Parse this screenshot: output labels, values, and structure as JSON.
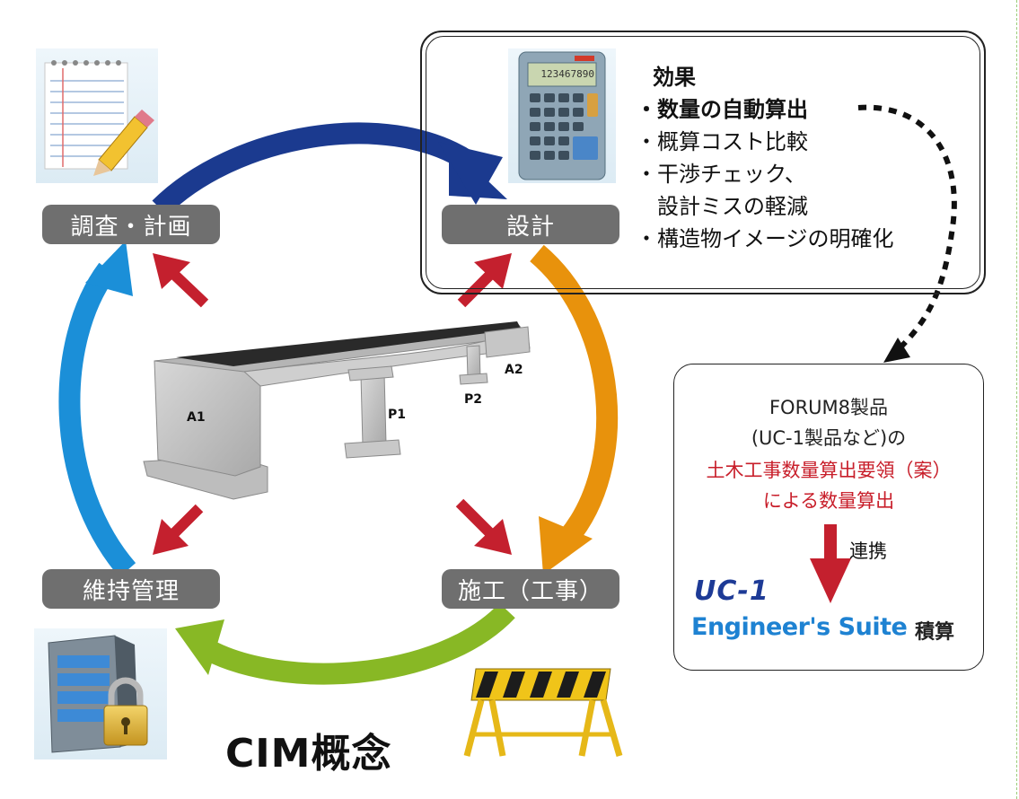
{
  "stages": {
    "survey": "調査・計画",
    "design": "設計",
    "construction": "施工（工事）",
    "maintenance": "維持管理"
  },
  "effects": {
    "title": "効果",
    "items": [
      "・数量の自動算出",
      "・概算コスト比較",
      "・干渉チェック、",
      "　設計ミスの軽減",
      "・構造物イメージの明確化"
    ]
  },
  "calculator_display": "123467890",
  "product": {
    "line1": "FORUM8製品",
    "line2": "(UC-1製品など)の",
    "line3": "土木工事数量算出要領（案）",
    "line4": "による数量算出",
    "link_label": "連携",
    "logo_uc1": "UC-1",
    "logo_suite": "Engineer's Suite",
    "logo_sekisan": "積算"
  },
  "bridge_labels": {
    "a1": "A1",
    "p1": "P1",
    "p2": "P2",
    "a2": "A2"
  },
  "title": "CIM概念",
  "colors": {
    "top_arrow": "#1b3a8f",
    "right_arrow": "#e8920c",
    "bottom_arrow": "#88b825",
    "left_arrow": "#1b8fd8",
    "inner_arrows": "#c4202e",
    "stage_bg": "#6f6f6f"
  }
}
